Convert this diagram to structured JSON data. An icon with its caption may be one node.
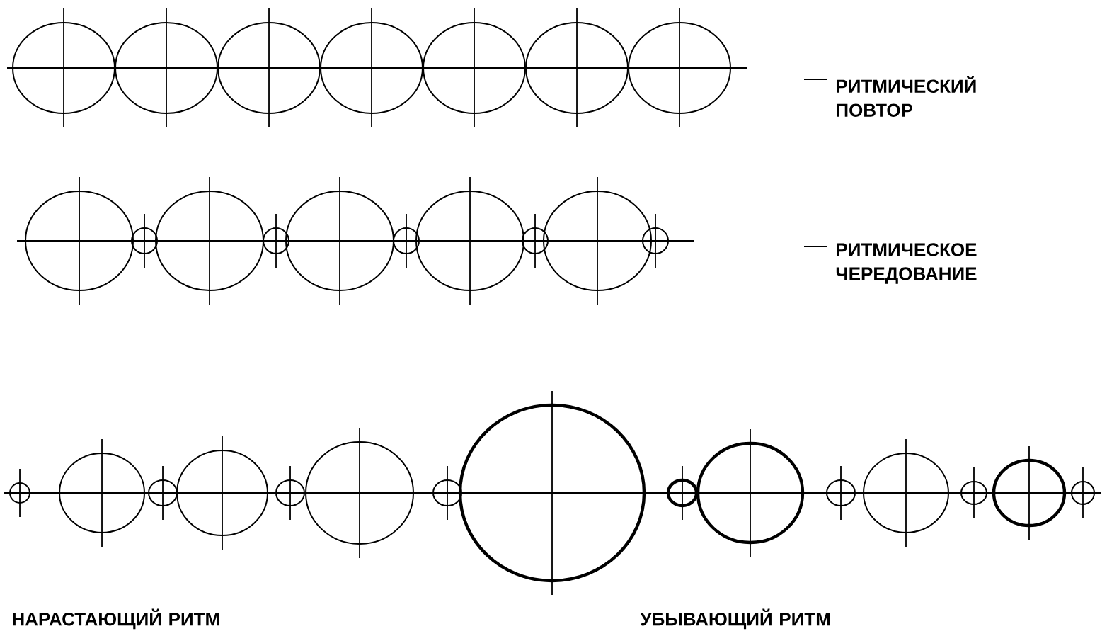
{
  "diagram": {
    "labels": [
      "РИТМИЧЕСКИЙ ПОВТОР",
      "РИТМИЧЕСКОЕ ЧЕРЕДОВАНИЕ",
      "НАРАСТАЮЩИЙ РИТМ",
      "УБЫВАЮЩИЙ РИТМ"
    ]
  }
}
